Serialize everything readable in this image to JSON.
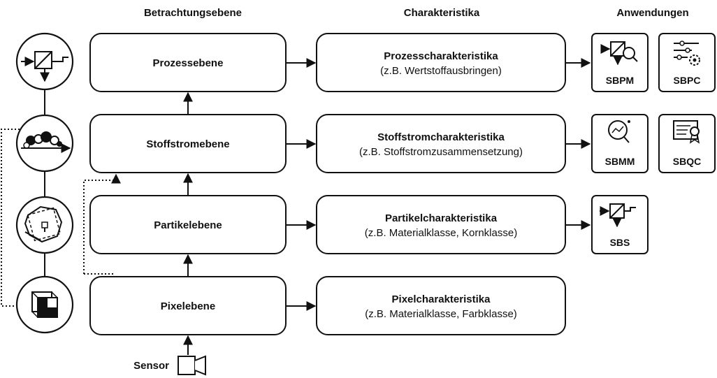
{
  "headers": {
    "level": "Betrachtungsebene",
    "characteristics": "Charakteristika",
    "applications": "Anwendungen"
  },
  "levels": [
    {
      "label": "Prozessebene"
    },
    {
      "label": "Stoffstromebene"
    },
    {
      "label": "Partikelebene"
    },
    {
      "label": "Pixelebene"
    }
  ],
  "characteristics": [
    {
      "title": "Prozesscharakteristika",
      "example": "(z.B. Wertstoffausbringen)"
    },
    {
      "title": "Stoffstromcharakteristika",
      "example": "(z.B. Stoffstromzusammensetzung)"
    },
    {
      "title": "Partikelcharakteristika",
      "example": "(z.B. Materialklasse, Kornklasse)"
    },
    {
      "title": "Pixelcharakteristika",
      "example": "(z.B. Materialklasse, Farbklasse)"
    }
  ],
  "applications": [
    {
      "label": "SBPM",
      "icon": "sorter-magnifier-icon"
    },
    {
      "label": "SBPC",
      "icon": "sliders-gear-icon"
    },
    {
      "label": "SBMM",
      "icon": "magnifier-graph-icon"
    },
    {
      "label": "SBQC",
      "icon": "certificate-icon"
    },
    {
      "label": "SBS",
      "icon": "sorter-icon"
    }
  ],
  "sensor": {
    "label": "Sensor",
    "icon": "camera-icon"
  },
  "level_icons": [
    "sorter-icon",
    "material-stream-icon",
    "particle-icon",
    "pixel-cube-icon"
  ]
}
